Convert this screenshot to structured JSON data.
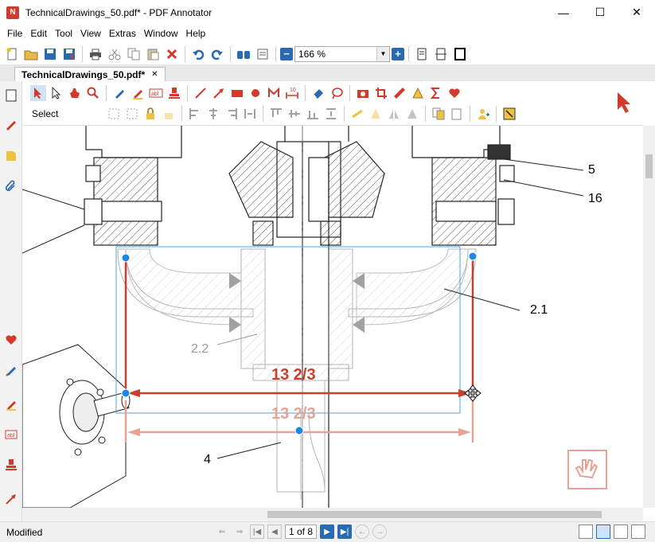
{
  "window": {
    "title": "TechnicalDrawings_50.pdf* - PDF Annotator",
    "logo_letter": "N"
  },
  "window_controls": {
    "minimize": "—",
    "maximize": "☐",
    "close": "✕"
  },
  "menu": [
    "File",
    "Edit",
    "Tool",
    "View",
    "Extras",
    "Window",
    "Help"
  ],
  "toolbar": {
    "zoom_value": "166 %"
  },
  "tab": {
    "label": "TechnicalDrawings_50.pdf*",
    "close": "✕"
  },
  "annotation_toolbar": {
    "select_label": "Select",
    "stamp_number": "10"
  },
  "drawing": {
    "labels": {
      "part5": "5",
      "part16": "16",
      "part21": "2.1",
      "part22": "2.2",
      "part4": "4"
    },
    "dimension_text": "13 2/3",
    "dimension_ghost_text": "13 2/3",
    "accent_color": "#c8402c",
    "selection_color": "#4da3e6"
  },
  "status": {
    "text": "Modified",
    "page_field": "1 of 8"
  }
}
